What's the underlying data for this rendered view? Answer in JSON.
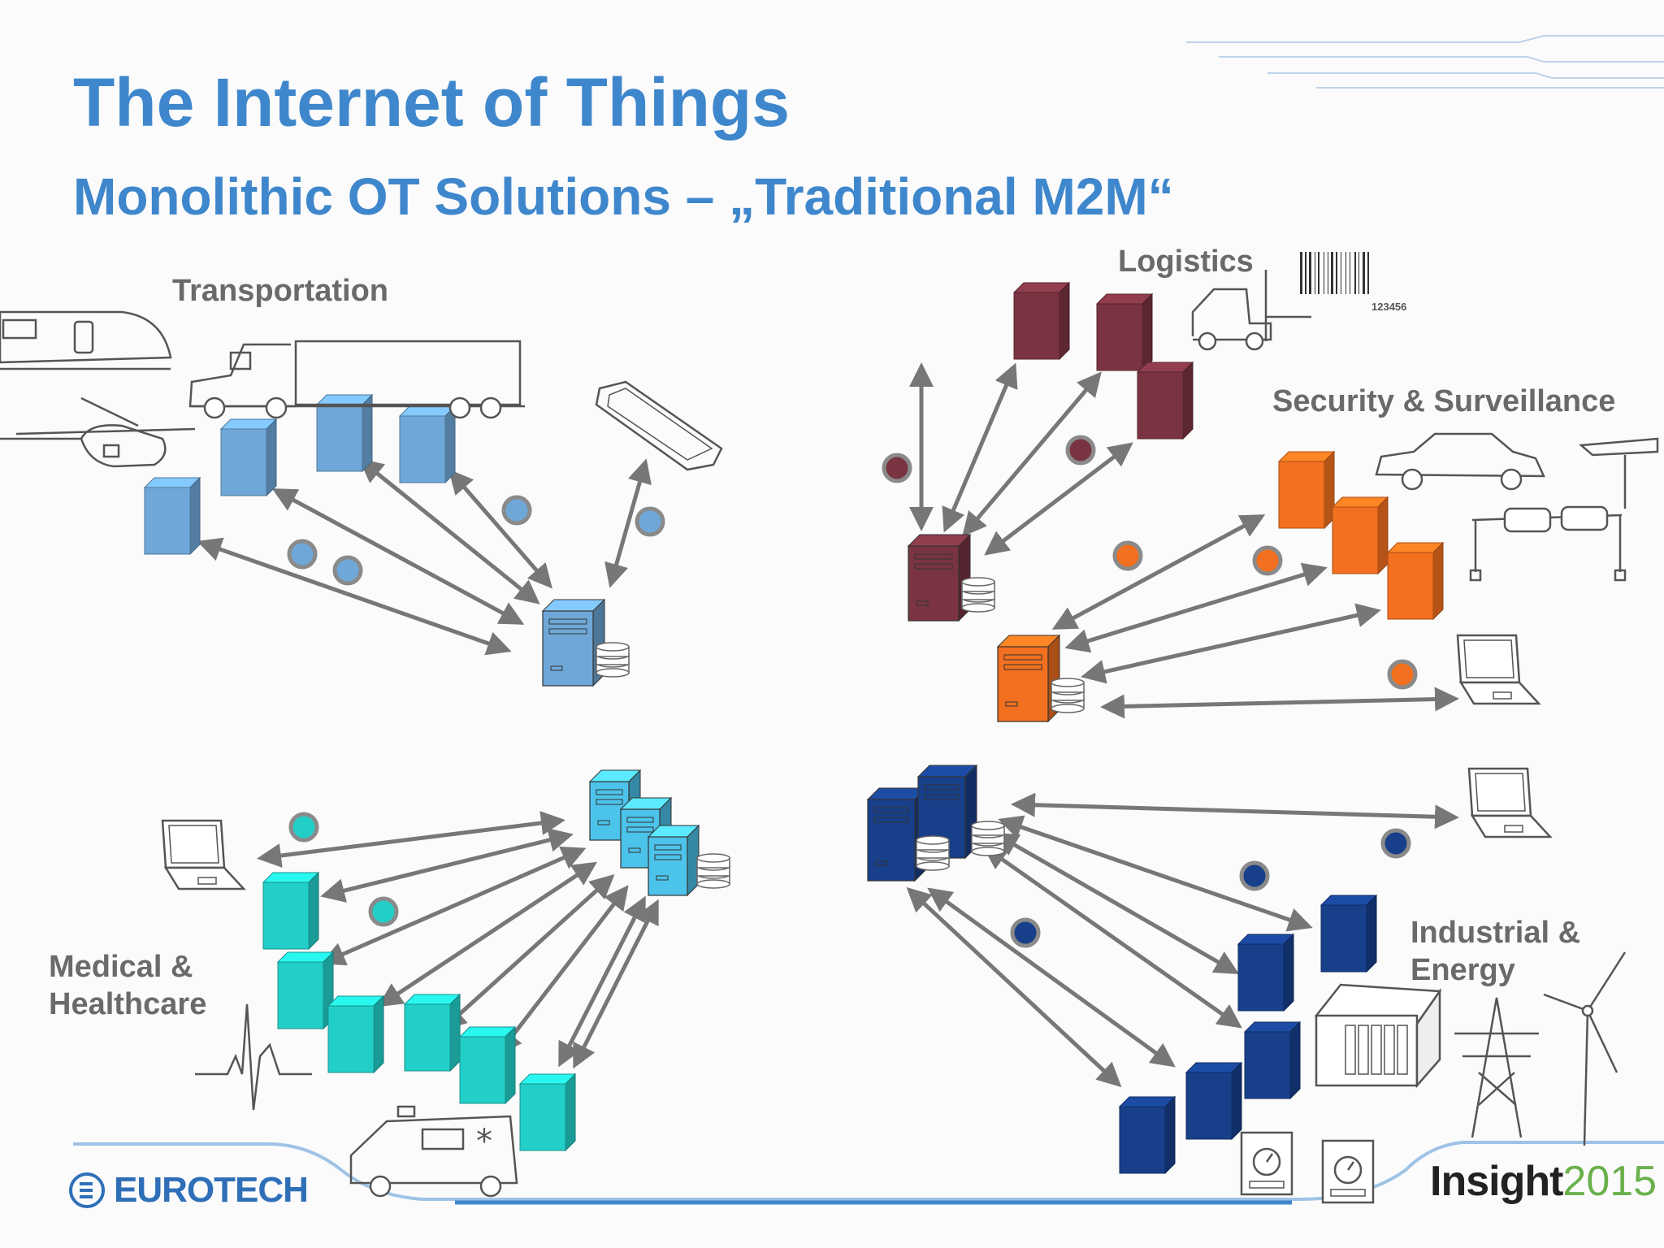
{
  "slide": {
    "title": "The Internet of Things",
    "subtitle": "Monolithic OT Solutions – „Traditional M2M“"
  },
  "clusters": [
    {
      "key": "transportation",
      "label_lines": [
        "Transportation"
      ],
      "color": "#6fa8d8"
    },
    {
      "key": "logistics",
      "label_lines": [
        "Logistics"
      ],
      "color": "#7a3441"
    },
    {
      "key": "security",
      "label_lines": [
        "Security & Surveillance"
      ],
      "color": "#f2701f"
    },
    {
      "key": "medical",
      "label_lines": [
        "Medical &",
        "Healthcare"
      ],
      "color": "#22cfc8"
    },
    {
      "key": "industrial",
      "label_lines": [
        "Industrial &",
        "Energy"
      ],
      "color": "#173f8a"
    }
  ],
  "barcode_text": "123456",
  "brands": {
    "eurotech": "EUROTECH",
    "insight_word": "Insight",
    "insight_year": "2015"
  },
  "colors": {
    "title": "#3f87cc",
    "arrow": "#777777",
    "medical_server": "#4cc3ea",
    "footer_line": "#3f87cc"
  }
}
